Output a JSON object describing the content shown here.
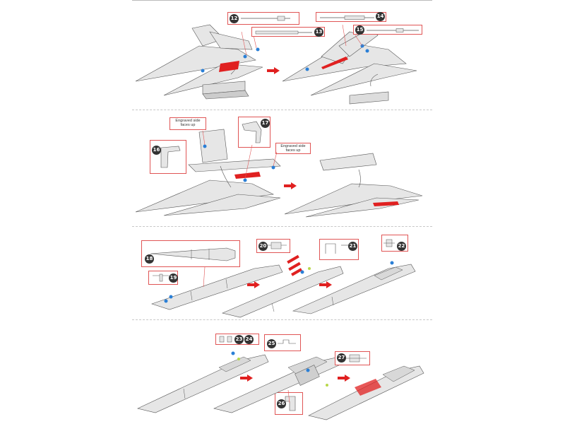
{
  "steps": {
    "row1": {
      "parts": [
        "12",
        "13",
        "14",
        "15"
      ]
    },
    "row2": {
      "parts": [
        "16",
        "17"
      ],
      "note_left": "Engraved side faces up",
      "note_right": "Engraved side faces up"
    },
    "row3": {
      "parts": [
        "18",
        "19",
        "20",
        "21",
        "22"
      ]
    },
    "row4": {
      "parts": [
        "23",
        "24",
        "25",
        "26",
        "27"
      ]
    }
  },
  "colors": {
    "accent": "#e02020",
    "connector": "#2a7fd6",
    "outline": "#444444",
    "part_fill": "#e6e6e6",
    "callout_border": "#e05555"
  },
  "arrow_icon": "right-arrow-icon"
}
